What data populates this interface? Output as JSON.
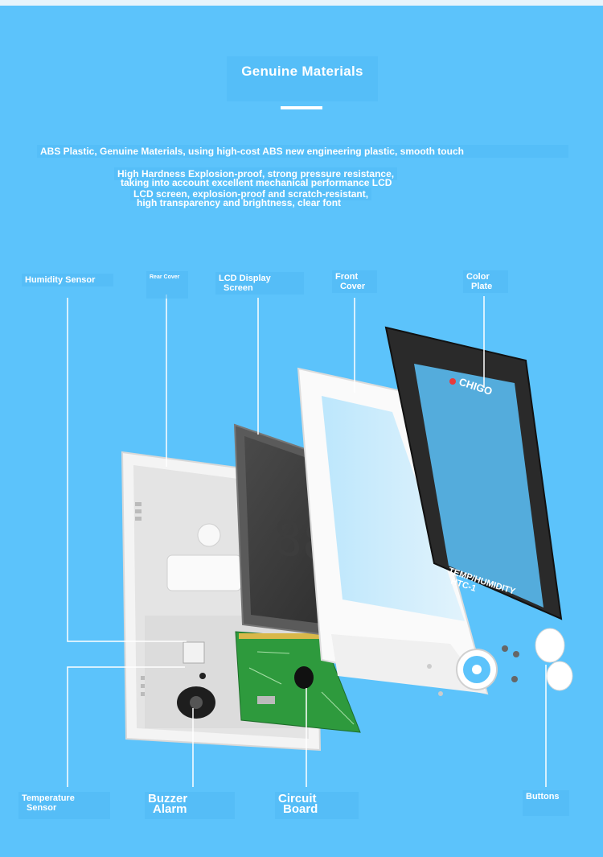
{
  "title": "Genuine Materials",
  "descriptions": [
    "ABS Plastic, Genuine Materials, using high-cost ABS new engineering plastic, smooth touch",
    "High Hardness Explosion-proof, strong pressure resistance,",
    "taking into account excellent mechanical performance LCD",
    "LCD screen, explosion-proof and scratch-resistant,",
    "high transparency and brightness, clear font"
  ],
  "labels": {
    "humidity_sensor": "Humidity Sensor",
    "rear_cover": "Rear Cover",
    "lcd_display": [
      "LCD Display",
      "Screen"
    ],
    "front_cover": [
      "Front",
      "Cover"
    ],
    "color_plate": [
      "Color",
      "Plate"
    ],
    "temperature_sensor": [
      "Temperature",
      "Sensor"
    ],
    "buzzer_alarm": [
      "Buzzer",
      "Alarm"
    ],
    "circuit_board": [
      "Circuit",
      "Board"
    ],
    "buttons": "Buttons"
  },
  "product": {
    "brand": "CHIGO",
    "model_line1": "TEMP/HUMIDITY",
    "model_line2": "HTC-1"
  }
}
